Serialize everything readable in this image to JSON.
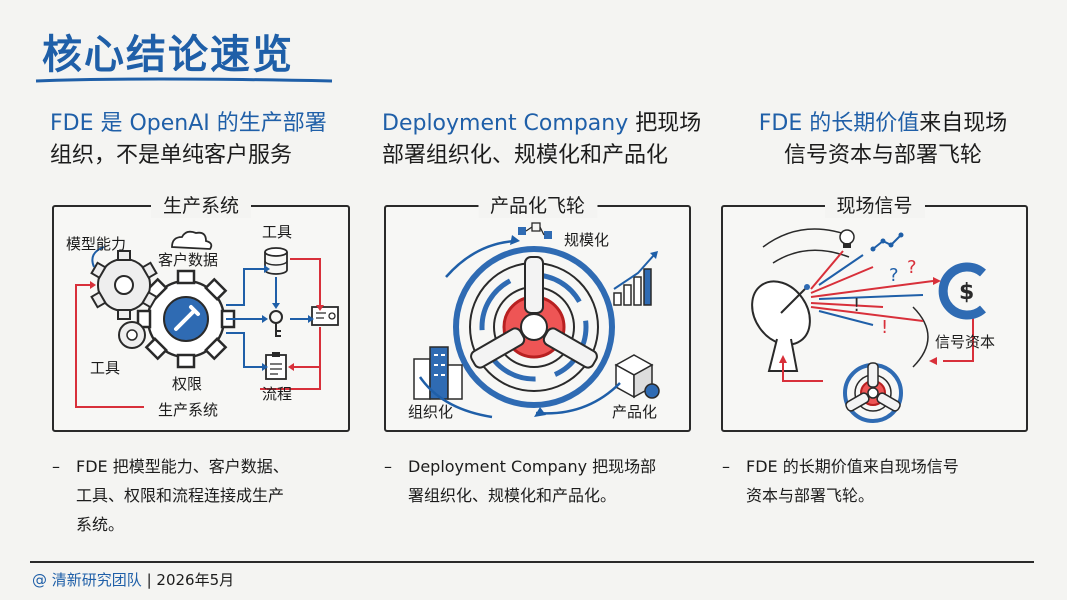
{
  "title": "核心结论速览",
  "columns": [
    {
      "headline_blue": "FDE 是 OpenAI 的生产部署",
      "headline_black": "组织，不是单纯客户服务",
      "panel_title": "生产系统",
      "labels": {
        "model": "模型能力",
        "data": "客户数据",
        "tools_top": "工具",
        "tools_left": "工具",
        "permission": "权限",
        "process": "流程",
        "system": "生产系统"
      },
      "bullet": [
        "FDE 把模型能力、客户数据、",
        "工具、权限和流程连接成生产",
        "系统。"
      ]
    },
    {
      "headline_blue": "Deployment Company",
      "headline_black1": " 把现场",
      "headline_black2": "部署组织化、规模化和产品化",
      "panel_title": "产品化飞轮",
      "labels": {
        "scale": "规模化",
        "org": "组织化",
        "product": "产品化"
      },
      "bullet": [
        "Deployment Company 把现场部",
        "署组织化、规模化和产品化。"
      ]
    },
    {
      "headline_blue": "FDE 的长期价值",
      "headline_black1": "来自现场",
      "headline_black2": "信号资本与部署飞轮",
      "panel_title": "现场信号",
      "labels": {
        "capital": "信号资本"
      },
      "bullet": [
        "FDE 的长期价值来自现场信号",
        "资本与部署飞轮。"
      ]
    }
  ],
  "footer": {
    "at": "@ 清新研究团队",
    "sep": "|",
    "date": "2026年5月"
  },
  "colors": {
    "blue": "#1f5fa8",
    "red": "#d8303a",
    "ink": "#2a2a2a"
  }
}
